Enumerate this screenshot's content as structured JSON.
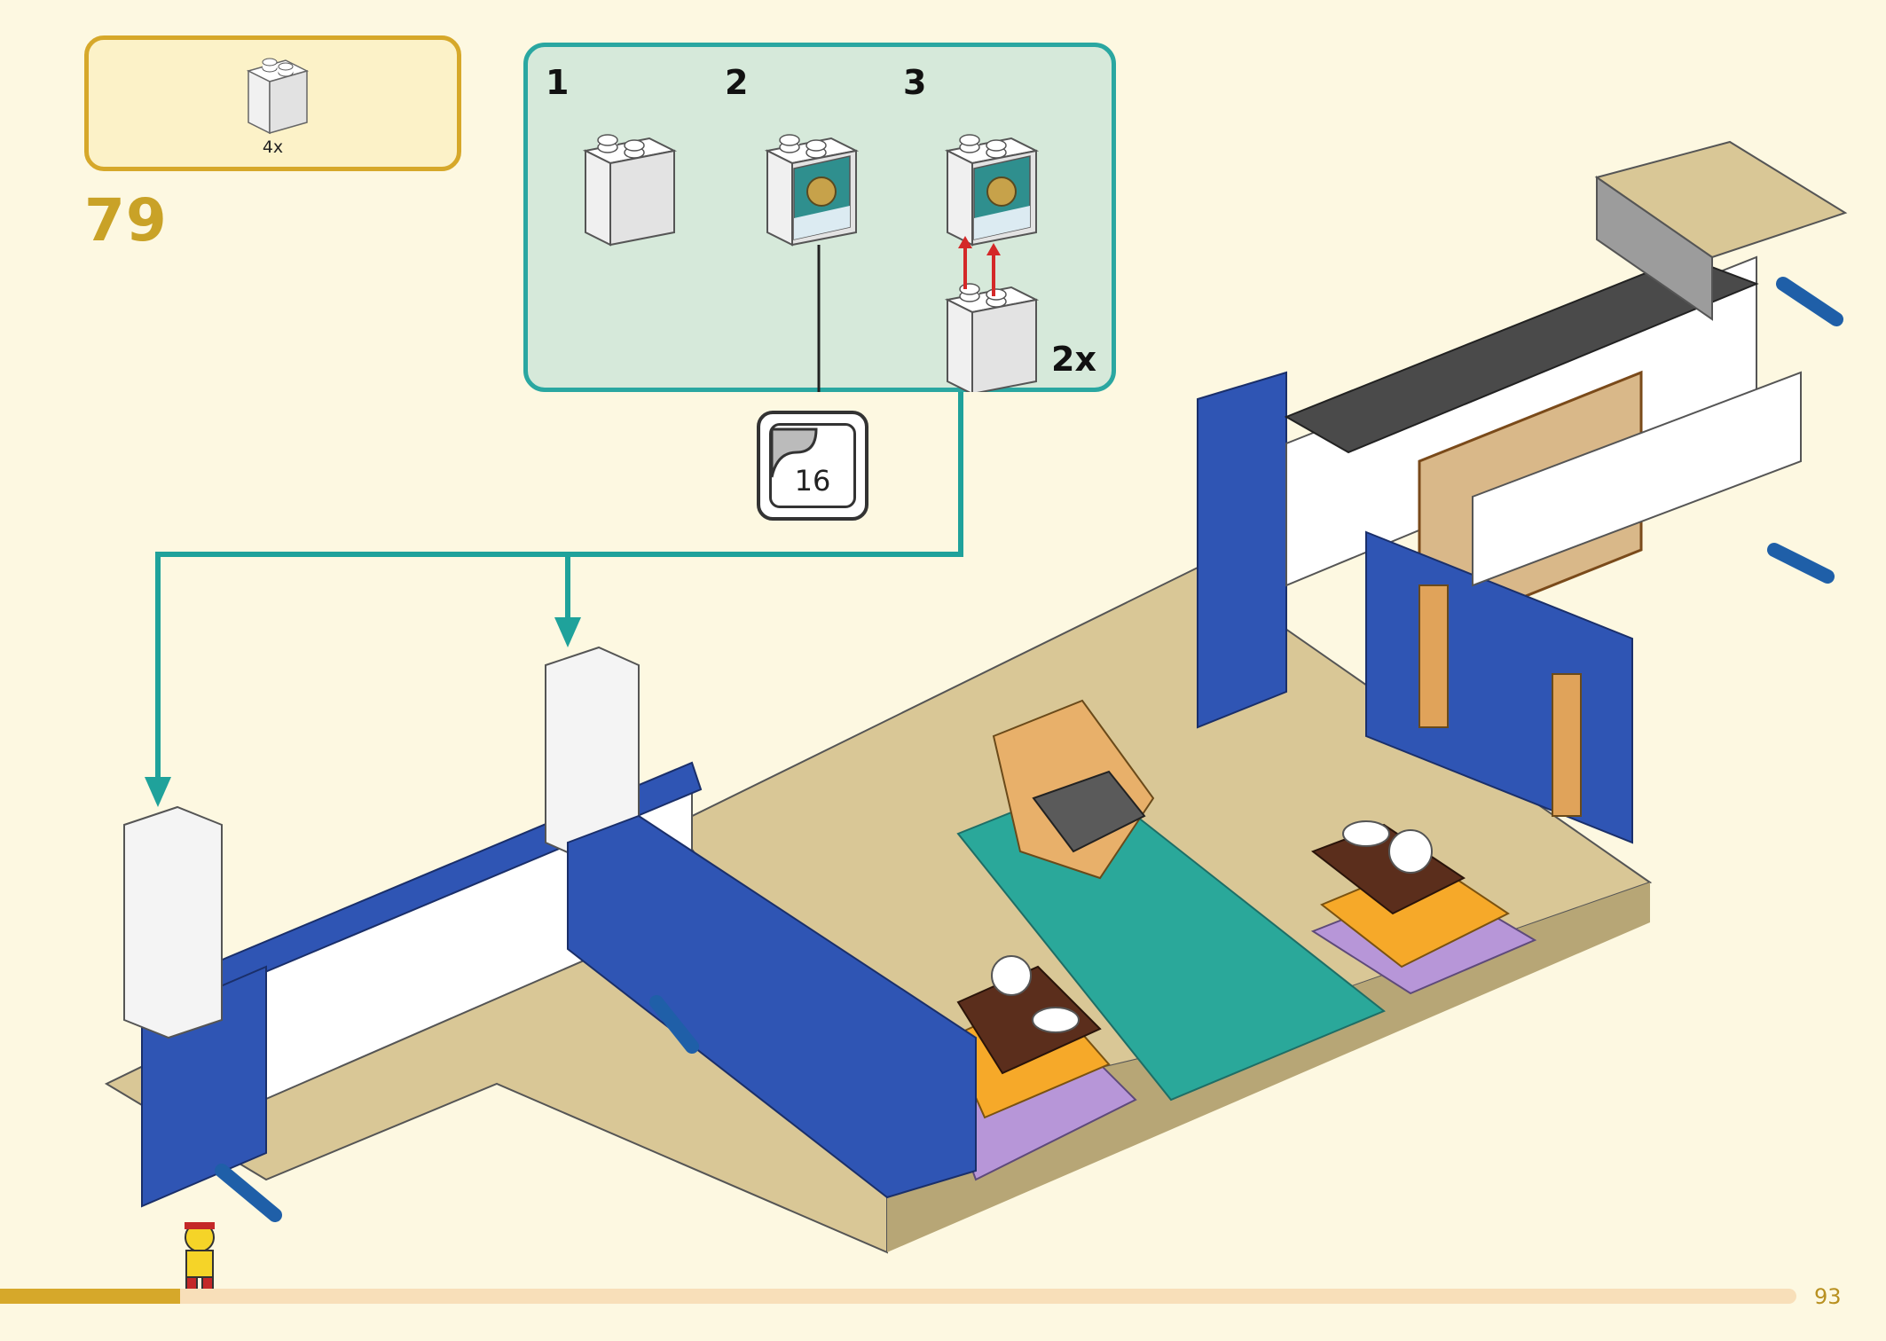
{
  "parts_list": {
    "items": [
      {
        "part": "white-brick-1x2x2",
        "quantity": "4x"
      }
    ]
  },
  "step": {
    "number": "79"
  },
  "callout": {
    "substeps": [
      "1",
      "2",
      "3"
    ],
    "multiplier": "2x",
    "sticker_number": "16"
  },
  "progress": {
    "fraction": 0.1
  },
  "page": {
    "number": "93"
  },
  "colors": {
    "background": "#fdf8e1",
    "parts_box_border": "#d6a82a",
    "callout_bg": "#d6e9da",
    "callout_border": "#2aa7a1",
    "step_number": "#c9a227",
    "arrow_teal": "#1fa29b",
    "arrow_red": "#d42828"
  }
}
